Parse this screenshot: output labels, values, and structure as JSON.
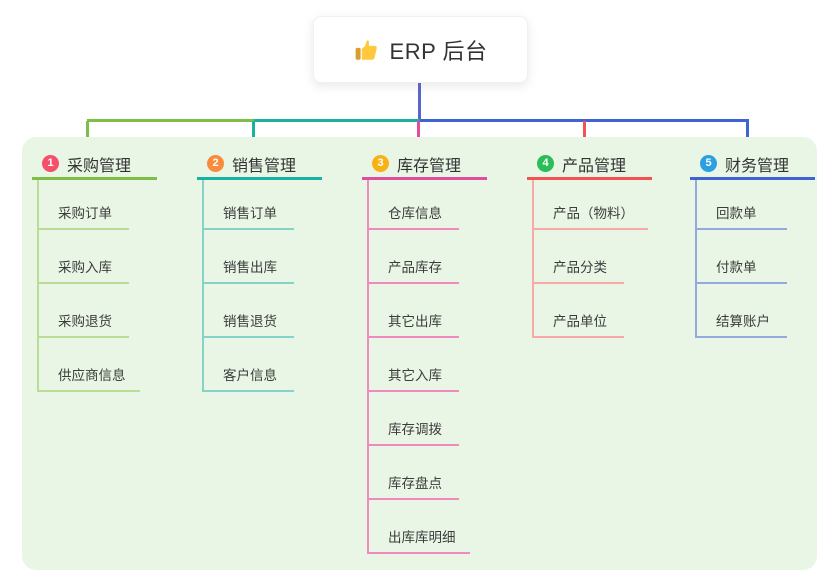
{
  "root": {
    "label": "ERP 后台",
    "icon": "thumbs-up-icon",
    "connector_color": "#5A64CE"
  },
  "panel_bg": "#E9F6E5",
  "branches": [
    {
      "number": "1",
      "label": "采购管理",
      "badge_color": "#F5506A",
      "line_color": "#7CBE48",
      "child_line_color": "#B9DD97",
      "children": [
        "采购订单",
        "采购入库",
        "采购退货",
        "供应商信息"
      ]
    },
    {
      "number": "2",
      "label": "销售管理",
      "badge_color": "#FB8B3C",
      "line_color": "#19B2A2",
      "child_line_color": "#85D2C6",
      "children": [
        "销售订单",
        "销售出库",
        "销售退货",
        "客户信息"
      ]
    },
    {
      "number": "3",
      "label": "库存管理",
      "badge_color": "#F9B215",
      "line_color": "#DE4E9E",
      "child_line_color": "#F18BBD",
      "children": [
        "仓库信息",
        "产品库存",
        "其它出库",
        "其它入库",
        "库存调拨",
        "库存盘点",
        "出库库明细"
      ]
    },
    {
      "number": "4",
      "label": "产品管理",
      "badge_color": "#2BBD57",
      "line_color": "#F05352",
      "child_line_color": "#F8A8A6",
      "children": [
        "产品（物料）",
        "产品分类",
        "产品单位"
      ]
    },
    {
      "number": "5",
      "label": "财务管理",
      "badge_color": "#2C9FE3",
      "line_color": "#3F63D2",
      "child_line_color": "#93A9E0",
      "children": [
        "回款单",
        "付款单",
        "结算账户"
      ]
    }
  ]
}
